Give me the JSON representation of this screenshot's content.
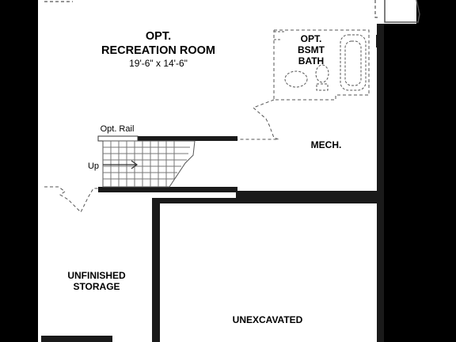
{
  "plan": {
    "recreation": {
      "line1": "OPT.",
      "line2": "RECREATION ROOM",
      "dims": "19'-6\" x 14'-6\""
    },
    "bath": {
      "line1": "OPT.",
      "line2": "BSMT",
      "line3": "BATH"
    },
    "mech": "MECH.",
    "rail": "Opt. Rail",
    "up": "Up",
    "storage": {
      "line1": "UNFINISHED",
      "line2": "STORAGE"
    },
    "unexcavated": "UNEXCAVATED"
  }
}
